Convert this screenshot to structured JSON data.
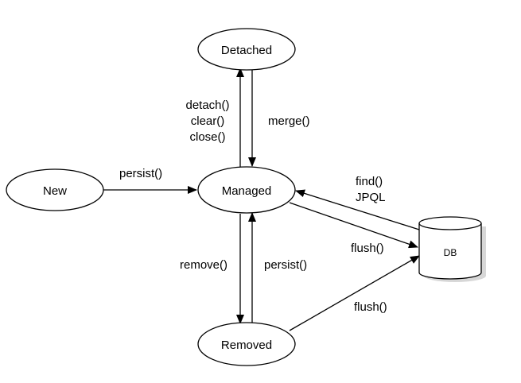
{
  "nodes": {
    "detached": "Detached",
    "new": "New",
    "managed": "Managed",
    "removed": "Removed",
    "db": "DB"
  },
  "edges": {
    "detach_label_1": "detach()",
    "detach_label_2": "clear()",
    "detach_label_3": "close()",
    "merge": "merge()",
    "persist_new": "persist()",
    "find_1": "find()",
    "find_2": "JPQL",
    "flush_managed": "flush()",
    "remove": "remove()",
    "persist_removed": "persist()",
    "flush_removed": "flush()"
  }
}
